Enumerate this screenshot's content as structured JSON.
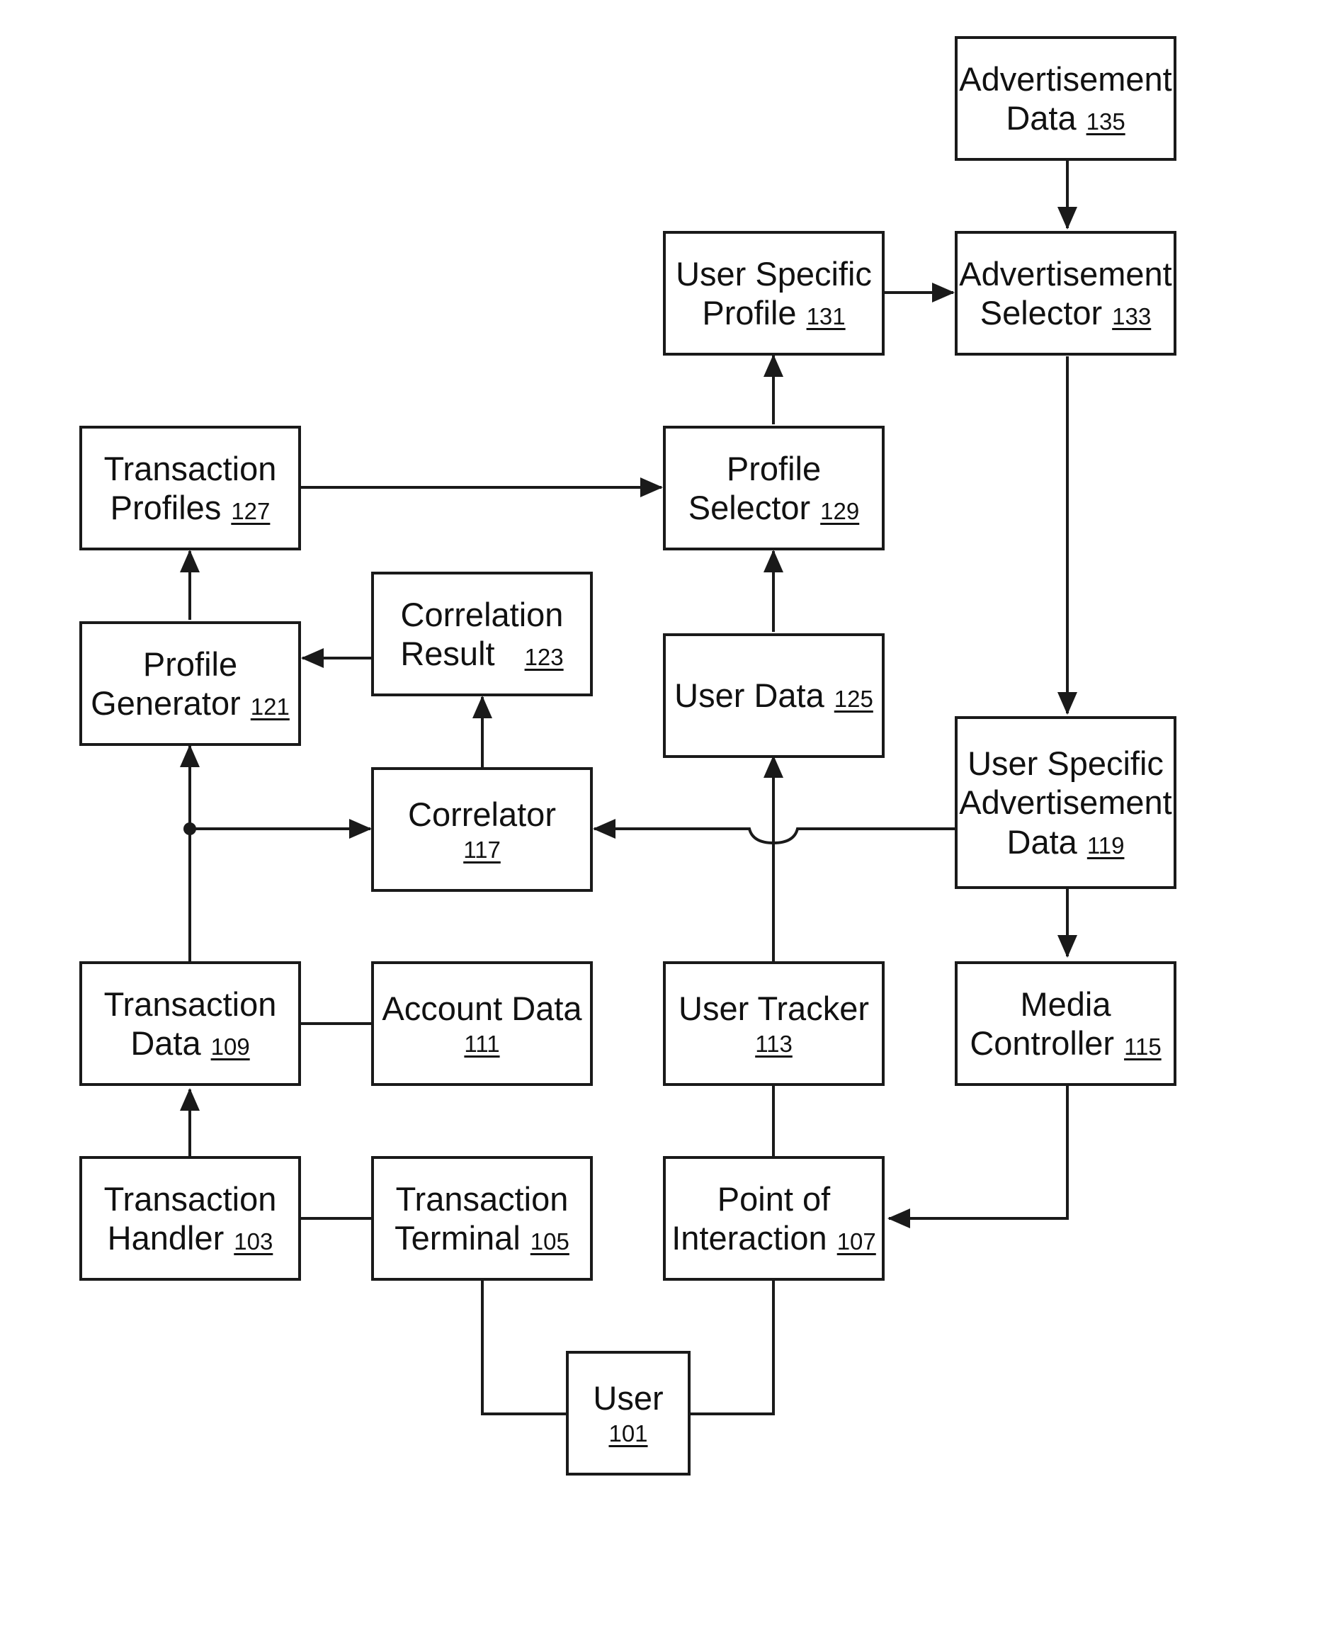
{
  "colors": {
    "stroke": "#1a1a1a",
    "text": "#111111",
    "background": "#ffffff"
  },
  "boxes": {
    "advertisement_data": {
      "line1": "Advertisement",
      "line2": "Data",
      "ref": "135"
    },
    "user_specific_profile": {
      "line1": "User Specific",
      "line2": "Profile",
      "ref": "131"
    },
    "advertisement_selector": {
      "line1": "Advertisement",
      "line2": "Selector",
      "ref": "133"
    },
    "transaction_profiles": {
      "line1": "Transaction",
      "line2": "Profiles",
      "ref": "127"
    },
    "profile_selector": {
      "line1": "Profile",
      "line2": "Selector",
      "ref": "129"
    },
    "correlation_result": {
      "line1": "Correlation",
      "line2": "Result",
      "ref": "123"
    },
    "profile_generator": {
      "line1": "Profile",
      "line2": "Generator",
      "ref": "121"
    },
    "user_data": {
      "line1": "User Data",
      "ref": "125"
    },
    "correlator": {
      "line1": "Correlator",
      "ref": "117"
    },
    "user_specific_advertisement_data": {
      "line1": "User Specific",
      "line2": "Advertisement",
      "line3": "Data",
      "ref": "119"
    },
    "transaction_data": {
      "line1": "Transaction",
      "line2": "Data",
      "ref": "109"
    },
    "account_data": {
      "line1": "Account Data",
      "ref": "111"
    },
    "user_tracker": {
      "line1": "User Tracker",
      "ref": "113"
    },
    "media_controller": {
      "line1": "Media",
      "line2": "Controller",
      "ref": "115"
    },
    "transaction_handler": {
      "line1": "Transaction",
      "line2": "Handler",
      "ref": "103"
    },
    "transaction_terminal": {
      "line1": "Transaction",
      "line2": "Terminal",
      "ref": "105"
    },
    "point_of_interaction": {
      "line1": "Point of",
      "line2": "Interaction",
      "ref": "107"
    },
    "user": {
      "line1": "User",
      "ref": "101"
    }
  }
}
